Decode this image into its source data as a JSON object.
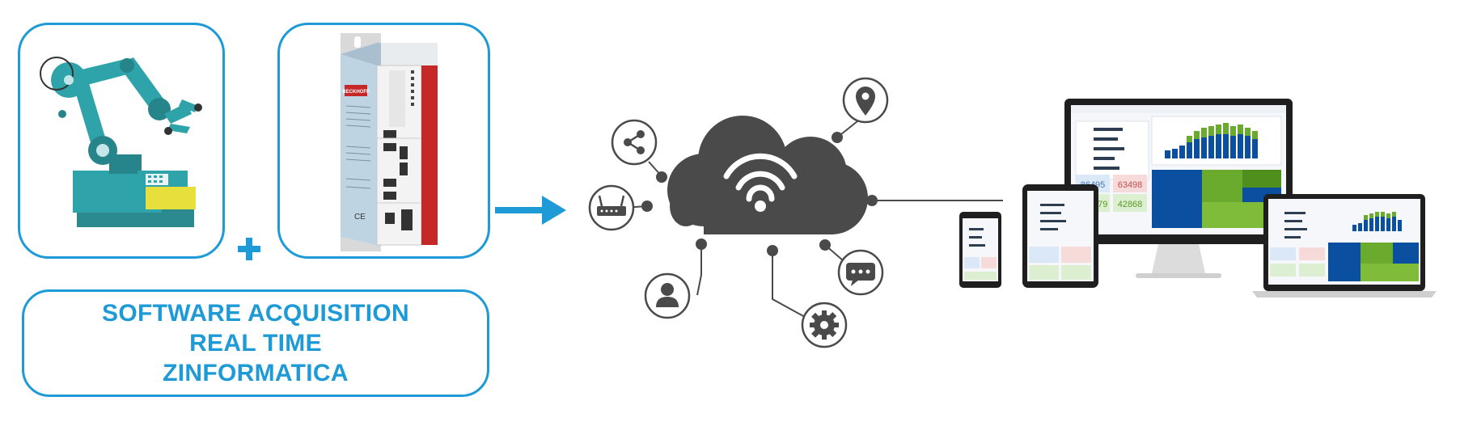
{
  "caption": {
    "line1": "SOFTWARE ACQUISITION",
    "line2": "REAL TIME",
    "line3": "ZINFORMATICA"
  },
  "controller": {
    "brand": "BECKHOFF"
  },
  "dashboard": {
    "kpi1": "86495",
    "kpi2": "63498",
    "kpi3": "100779",
    "kpi4": "42868"
  },
  "colors": {
    "accent": "#1e9ad6",
    "cloud": "#4a4a4a",
    "robot_teal": "#2fa3aa",
    "robot_yellow": "#e6df3c",
    "controller_red": "#c62828",
    "dash_blue": "#0b4fa0",
    "dash_green": "#6aaa2c"
  },
  "icons": [
    "robot-arm-icon",
    "plus-icon",
    "arrow-right-icon",
    "cloud-wifi-icon",
    "share-icon",
    "router-icon",
    "location-pin-icon",
    "user-icon",
    "gear-icon",
    "chat-icon"
  ]
}
